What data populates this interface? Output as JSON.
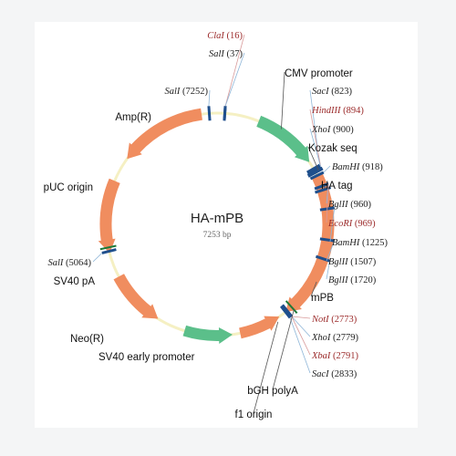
{
  "plasmid": {
    "name": "HA-mPB",
    "size": "7253 bp"
  },
  "colors": {
    "backbone": "#f5f0c3",
    "orange_feature": "#f08d5f",
    "green_feature": "#5bbf8a",
    "tick_blue": "#1f4f8c",
    "tick_green": "#1f7a39",
    "site_red": "#9b2a2a"
  },
  "features": [
    {
      "label": "CMV promoter"
    },
    {
      "label": "Kozak seq"
    },
    {
      "label": "HA tag"
    },
    {
      "label": "mPB"
    },
    {
      "label": "bGH polyA"
    },
    {
      "label": "f1 origin"
    },
    {
      "label": "SV40 early promoter"
    },
    {
      "label": "Neo(R)"
    },
    {
      "label": "SV40 pA"
    },
    {
      "label": "pUC origin"
    },
    {
      "label": "Amp(R)"
    }
  ],
  "sites": [
    {
      "enzyme": "ClaI",
      "pos": "(16)",
      "red": true
    },
    {
      "enzyme": "SalI",
      "pos": "(37)",
      "red": false
    },
    {
      "enzyme": "SalI",
      "pos": "(7252)",
      "red": false
    },
    {
      "enzyme": "SacI",
      "pos": "(823)",
      "red": false
    },
    {
      "enzyme": "HindIII",
      "pos": "(894)",
      "red": true
    },
    {
      "enzyme": "XhoI",
      "pos": "(900)",
      "red": false
    },
    {
      "enzyme": "BamHI",
      "pos": "(918)",
      "red": false
    },
    {
      "enzyme": "BglII",
      "pos": "(960)",
      "red": false
    },
    {
      "enzyme": "EcoRI",
      "pos": "(969)",
      "red": true
    },
    {
      "enzyme": "BamHI",
      "pos": "(1225)",
      "red": false
    },
    {
      "enzyme": "BglII",
      "pos": "(1507)",
      "red": false
    },
    {
      "enzyme": "BglII",
      "pos": "(1720)",
      "red": false
    },
    {
      "enzyme": "NotI",
      "pos": "(2773)",
      "red": true
    },
    {
      "enzyme": "XhoI",
      "pos": "(2779)",
      "red": false
    },
    {
      "enzyme": "XbaI",
      "pos": "(2791)",
      "red": true
    },
    {
      "enzyme": "SacI",
      "pos": "(2833)",
      "red": false
    },
    {
      "enzyme": "SalI",
      "pos": "(5064)",
      "red": false
    }
  ]
}
